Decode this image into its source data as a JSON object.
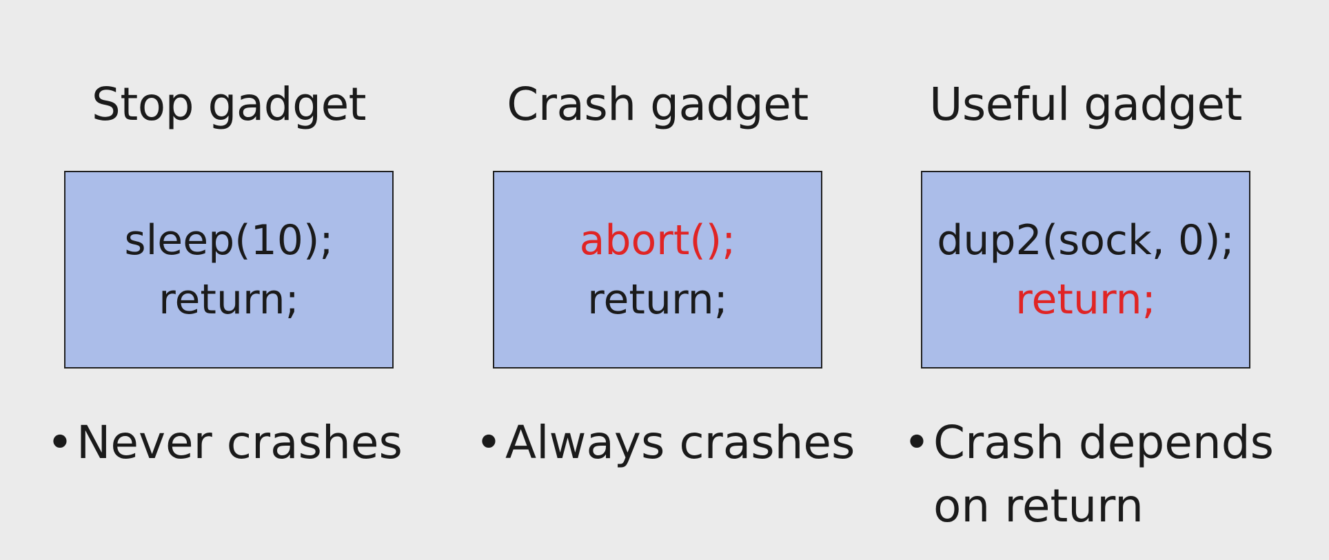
{
  "columns": [
    {
      "title": "Stop gadget",
      "code": [
        {
          "text": "sleep(10);",
          "color": "#1a1a1a"
        },
        {
          "text": "return;",
          "color": "#1a1a1a"
        }
      ],
      "bullet": "Never crashes"
    },
    {
      "title": "Crash gadget",
      "code": [
        {
          "text": "abort();",
          "color": "#e02424"
        },
        {
          "text": "return;",
          "color": "#1a1a1a"
        }
      ],
      "bullet": "Always crashes"
    },
    {
      "title": "Useful gadget",
      "code": [
        {
          "text": "dup2(sock, 0);",
          "color": "#1a1a1a"
        },
        {
          "text": "return;",
          "color": "#e02424"
        }
      ],
      "bullet": "Crash depends on return"
    }
  ],
  "bullet_symbol": "•",
  "colors": {
    "background": "#ebebeb",
    "box_fill": "#abbde9",
    "box_border": "#1f1f1f",
    "text": "#1a1a1a",
    "highlight": "#e02424"
  }
}
